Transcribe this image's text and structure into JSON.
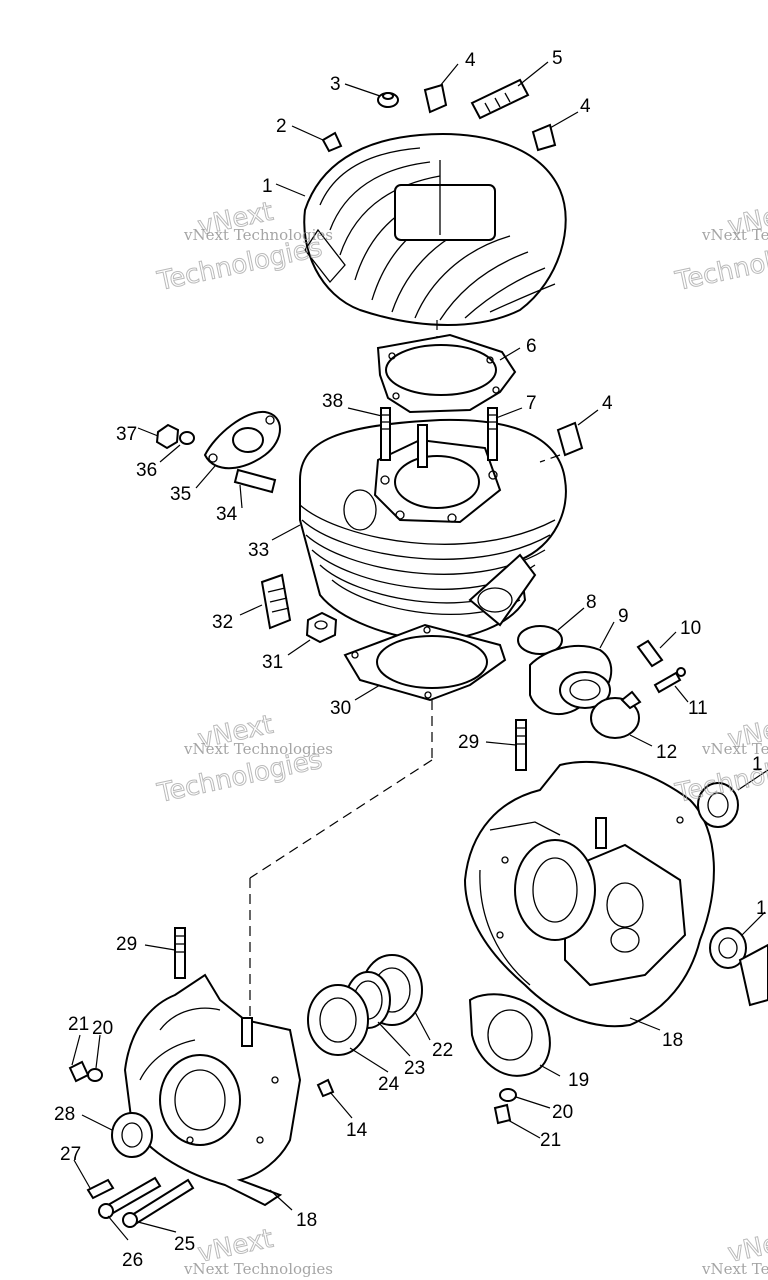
{
  "labels": {
    "l1": "1",
    "l2": "2",
    "l3": "3",
    "l4a": "4",
    "l4b": "4",
    "l4c": "4",
    "l5": "5",
    "l6": "6",
    "l7": "7",
    "l8": "8",
    "l9": "9",
    "l10": "10",
    "l11": "11",
    "l12": "12",
    "l14": "14",
    "l18a": "18",
    "l18b": "18",
    "l19": "19",
    "l20a": "20",
    "l20b": "20",
    "l21a": "21",
    "l21b": "21",
    "l22": "22",
    "l23": "23",
    "l24": "24",
    "l25": "25",
    "l26": "26",
    "l27": "27",
    "l28": "28",
    "l29a": "29",
    "l29b": "29",
    "l30": "30",
    "l31": "31",
    "l32": "32",
    "l33": "33",
    "l34": "34",
    "l35": "35",
    "l36": "36",
    "l37": "37",
    "l38": "38",
    "l1x": "1",
    "l1y": "1"
  },
  "watermark": {
    "small": "vNext Technologies",
    "big_top": "vNext",
    "big_bottom": "Technologies"
  }
}
